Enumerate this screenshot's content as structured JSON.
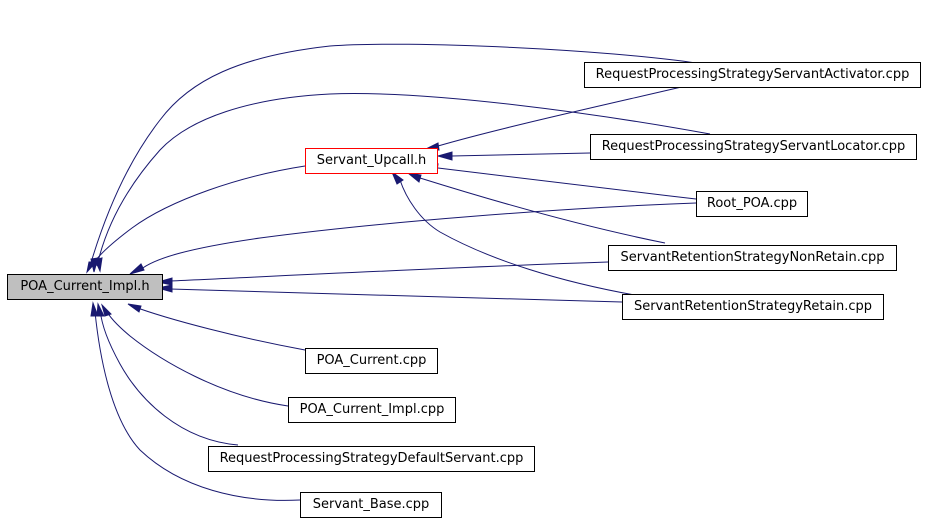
{
  "graph": {
    "edge_color": "#191970",
    "root_fill": "#bfbfbf",
    "highlight_border": "#ff0000",
    "nodes": {
      "poa_current_impl_h": "POA_Current_Impl.h",
      "servant_upcall_h": "Servant_Upcall.h",
      "rps_servant_activator": "RequestProcessingStrategyServantActivator.cpp",
      "rps_servant_locator": "RequestProcessingStrategyServantLocator.cpp",
      "root_poa": "Root_POA.cpp",
      "srs_non_retain": "ServantRetentionStrategyNonRetain.cpp",
      "srs_retain": "ServantRetentionStrategyRetain.cpp",
      "poa_current_cpp": "POA_Current.cpp",
      "poa_current_impl_cpp": "POA_Current_Impl.cpp",
      "rps_default_servant": "RequestProcessingStrategyDefaultServant.cpp",
      "servant_base": "Servant_Base.cpp"
    },
    "edges": [
      {
        "from": "servant_upcall_h",
        "to": "poa_current_impl_h"
      },
      {
        "from": "rps_servant_activator",
        "to": "poa_current_impl_h"
      },
      {
        "from": "rps_servant_locator",
        "to": "poa_current_impl_h"
      },
      {
        "from": "root_poa",
        "to": "poa_current_impl_h"
      },
      {
        "from": "srs_non_retain",
        "to": "poa_current_impl_h"
      },
      {
        "from": "srs_retain",
        "to": "poa_current_impl_h"
      },
      {
        "from": "poa_current_cpp",
        "to": "poa_current_impl_h"
      },
      {
        "from": "poa_current_impl_cpp",
        "to": "poa_current_impl_h"
      },
      {
        "from": "rps_default_servant",
        "to": "poa_current_impl_h"
      },
      {
        "from": "servant_base",
        "to": "poa_current_impl_h"
      },
      {
        "from": "rps_servant_activator",
        "to": "servant_upcall_h"
      },
      {
        "from": "rps_servant_locator",
        "to": "servant_upcall_h"
      },
      {
        "from": "root_poa",
        "to": "servant_upcall_h"
      },
      {
        "from": "srs_non_retain",
        "to": "servant_upcall_h"
      },
      {
        "from": "srs_retain",
        "to": "servant_upcall_h"
      }
    ]
  }
}
